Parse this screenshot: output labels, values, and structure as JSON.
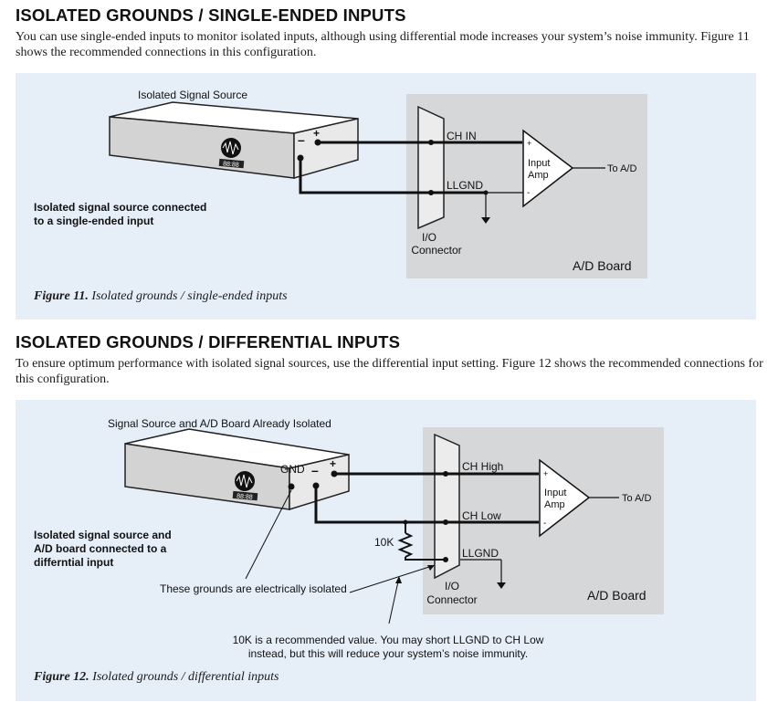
{
  "section1": {
    "heading": "ISOLATED GROUNDS / SINGLE-ENDED INPUTS",
    "body": "You can use single-ended inputs to monitor isolated inputs, although using differential mode increases your system’s noise immunity. Figure 11 shows the recommended connections in this configuration."
  },
  "figure11": {
    "source_title": "Isolated Signal Source",
    "device_display": "88:88",
    "minus": "–",
    "plus": "+",
    "ch_in": "CH IN",
    "llgnd": "LLGND",
    "input": "Input",
    "amp": "Amp",
    "amp_plus": "+",
    "amp_minus": "-",
    "to_ad": "To A/D",
    "io": "I/O",
    "connector": "Connector",
    "board": "A/D Board",
    "note_line1": "Isolated signal source connected",
    "note_line2": "to a single-ended input",
    "caption_label": "Figure 11.",
    "caption_text": "Isolated grounds / single-ended inputs"
  },
  "section2": {
    "heading": "ISOLATED GROUNDS / DIFFERENTIAL INPUTS",
    "body": "To ensure optimum performance with isolated signal sources, use the differential input setting. Figure 12 shows the recommended connections for this configuration."
  },
  "figure12": {
    "source_title": "Signal Source and A/D Board Already Isolated",
    "device_display": "88:88",
    "gnd": "GND",
    "minus": "–",
    "plus": "+",
    "ch_high": "CH High",
    "ch_low": "CH Low",
    "llgnd": "LLGND",
    "resistor": "10K",
    "input": "Input",
    "amp": "Amp",
    "amp_plus": "+",
    "amp_minus": "-",
    "to_ad": "To A/D",
    "io": "I/O",
    "connector": "Connector",
    "board": "A/D Board",
    "note_line1": "Isolated signal source and",
    "note_line2": "A/D board connected to a",
    "note_line3": "differntial input",
    "isolated_note": "These grounds are electrically isolated",
    "rec_line1": "10K is a recommended value. You may short LLGND to CH Low",
    "rec_line2": "instead, but this will reduce your system’s noise immunity.",
    "caption_label": "Figure 12.",
    "caption_text": "Isolated grounds / differential inputs"
  }
}
